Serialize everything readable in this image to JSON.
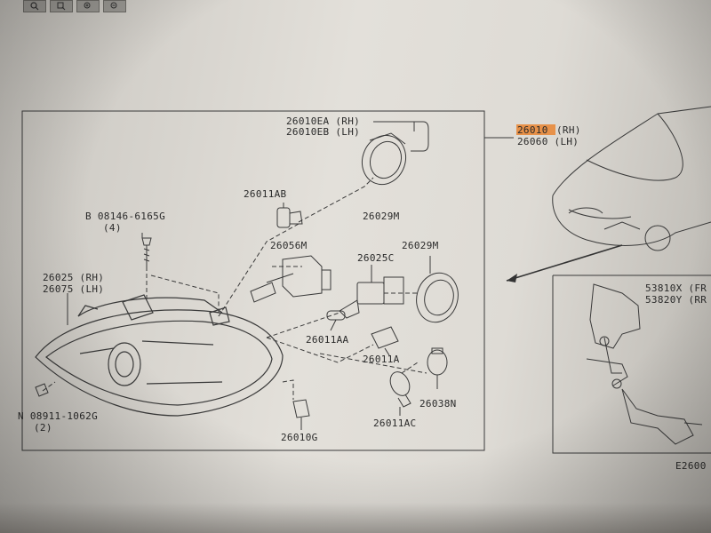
{
  "toolbar": {
    "buttons": [
      "zoom-icon",
      "zoom-region-icon",
      "zoom-in-icon",
      "zoom-out-icon"
    ]
  },
  "diagram": {
    "callout_top_lines": [
      "26010EA (RH)",
      "26010EB (LH)"
    ],
    "assembly_rh": "(RH)",
    "assembly_lh": "26060 (LH)",
    "assembly_code_highlighted": "26010",
    "highlight_color": "#e8883a",
    "parts": [
      {
        "id": "p26011AB",
        "label": "26011AB"
      },
      {
        "id": "p26029M_top",
        "label": "26029M"
      },
      {
        "id": "p08146",
        "label": "B 08146-6165G"
      },
      {
        "id": "p08146q",
        "label": "(4)"
      },
      {
        "id": "p26056M",
        "label": "26056M"
      },
      {
        "id": "p26029M_mid",
        "label": "26029M"
      },
      {
        "id": "p26025C",
        "label": "26025C"
      },
      {
        "id": "p26025RH",
        "label": "26025 (RH)"
      },
      {
        "id": "p26075LH",
        "label": "26075 (LH)"
      },
      {
        "id": "p26011AA",
        "label": "26011AA"
      },
      {
        "id": "p26011A",
        "label": "26011A"
      },
      {
        "id": "p26038N",
        "label": "26038N"
      },
      {
        "id": "p08911",
        "label": "N 08911-1062G"
      },
      {
        "id": "p08911q",
        "label": "(2)"
      },
      {
        "id": "p26011AC",
        "label": "26011AC"
      },
      {
        "id": "p26010G",
        "label": "26010G"
      }
    ],
    "inset_labels": [
      "53810X (FR",
      "53820Y (RR"
    ],
    "page_code": "E2600"
  }
}
